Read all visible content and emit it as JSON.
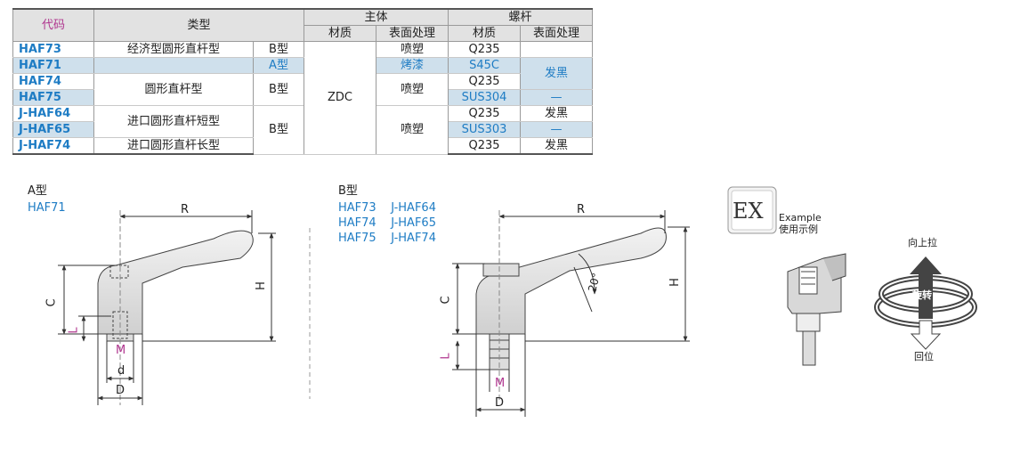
{
  "table": {
    "header": {
      "code": "代码",
      "type": "类型",
      "body": "主体",
      "screw": "螺杆",
      "material": "材质",
      "surface": "表面处理",
      "screw_material": "材质",
      "screw_surface": "表面处理"
    },
    "rows": [
      {
        "code": "HAF73",
        "type": "经济型圆形直杆型",
        "subtype": "B型",
        "body_material": "",
        "body_surface": "喷塑",
        "screw_material": "Q235",
        "screw_surface": ""
      },
      {
        "code": "HAF71",
        "type": "",
        "subtype": "A型",
        "body_material": "",
        "body_surface": "烤漆",
        "screw_material": "S45C",
        "screw_surface": "发黑"
      },
      {
        "code": "HAF74",
        "type": "圆形直杆型",
        "subtype": "B型",
        "body_material": "",
        "body_surface": "喷塑",
        "screw_material": "Q235",
        "screw_surface": ""
      },
      {
        "code": "HAF75",
        "type": "",
        "subtype": "",
        "body_material": "ZDC",
        "body_surface": "",
        "screw_material": "SUS304",
        "screw_surface": "—"
      },
      {
        "code": "J-HAF64",
        "type": "进口圆形直杆短型",
        "subtype": "",
        "body_material": "",
        "body_surface": "",
        "screw_material": "Q235",
        "screw_surface": "发黑"
      },
      {
        "code": "J-HAF65",
        "type": "",
        "subtype": "B型",
        "body_material": "",
        "body_surface": "喷塑",
        "screw_material": "SUS303",
        "screw_surface": "—"
      },
      {
        "code": "J-HAF74",
        "type": "进口圆形直杆长型",
        "subtype": "",
        "body_material": "",
        "body_surface": "",
        "screw_material": "Q235",
        "screw_surface": "发黑"
      }
    ]
  },
  "diagram_a": {
    "title": "A型",
    "model": "HAF71",
    "dims": {
      "R": "R",
      "H": "H",
      "C": "C",
      "L": "L",
      "M": "M",
      "d": "d",
      "D": "D"
    }
  },
  "diagram_b": {
    "title": "B型",
    "models": [
      "HAF73    J-HAF64",
      "HAF74    J-HAF65",
      "HAF75    J-HAF74"
    ],
    "dims": {
      "R": "R",
      "H": "H",
      "C": "C",
      "L": "L",
      "M": "M",
      "D": "D",
      "angle": "20°"
    }
  },
  "example": {
    "badge": "EX",
    "label_en": "Example",
    "label_cn": "使用示例",
    "pull_up": "向上拉",
    "rotate": "旋转",
    "return": "回位"
  },
  "colors": {
    "code_blue": "#1e7cc4",
    "header_magenta": "#b0368f",
    "row_shade": "#cfe0ec",
    "header_gray": "#e2e2e2"
  }
}
